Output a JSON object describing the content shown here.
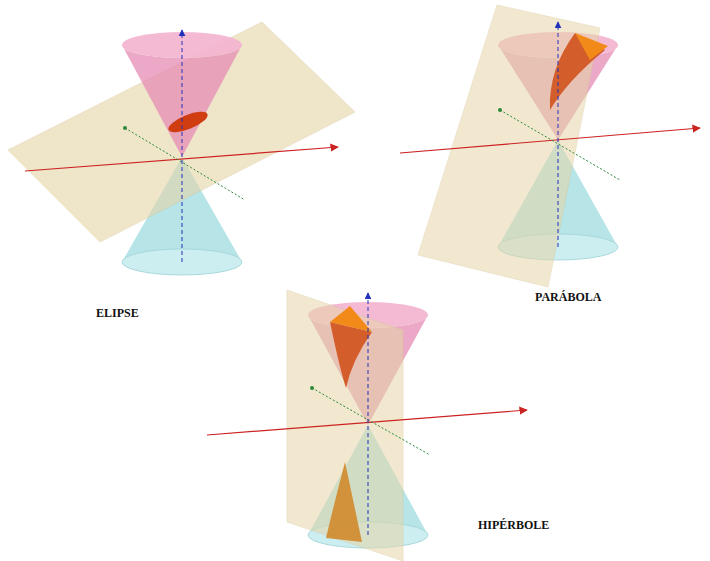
{
  "diagram": {
    "labels": [
      "ELIPSE",
      "PARÁBOLA",
      "HIPÉRBOLE"
    ]
  }
}
